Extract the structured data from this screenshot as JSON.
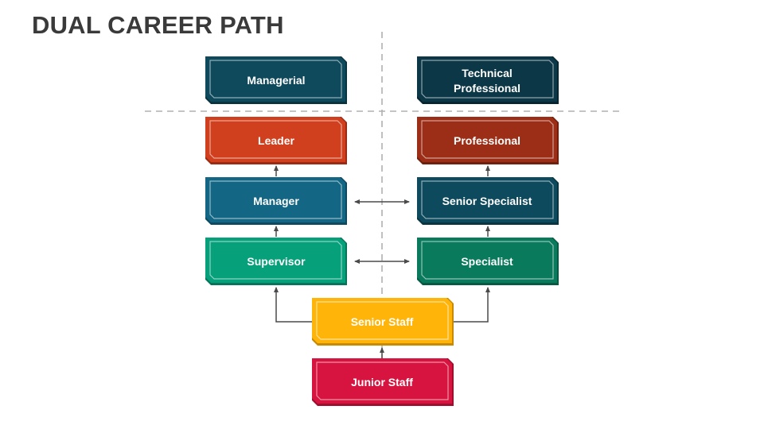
{
  "title": "DUAL CAREER PATH",
  "boxes": {
    "managerial": {
      "label": "Managerial",
      "fill": "#0f4a5c",
      "shade": "#0a3340"
    },
    "technical": {
      "label1": "Technical",
      "label2": "Professional",
      "fill": "#0b3747",
      "shade": "#072530"
    },
    "leader": {
      "label": "Leader",
      "fill": "#d0401e",
      "shade": "#9b2b12"
    },
    "professional": {
      "label": "Professional",
      "fill": "#9c2e17",
      "shade": "#70200f"
    },
    "manager": {
      "label": "Manager",
      "fill": "#146784",
      "shade": "#0d4a60"
    },
    "senior_specialist": {
      "label": "Senior Specialist",
      "fill": "#0e4a5d",
      "shade": "#093442"
    },
    "supervisor": {
      "label": "Supervisor",
      "fill": "#06a07a",
      "shade": "#047558"
    },
    "specialist": {
      "label": "Specialist",
      "fill": "#097a5c",
      "shade": "#055a43"
    },
    "senior_staff": {
      "label": "Senior Staff",
      "fill": "#ffb40a",
      "shade": "#c98a00"
    },
    "junior_staff": {
      "label": "Junior Staff",
      "fill": "#d7143f",
      "shade": "#a00d2d"
    }
  },
  "colors": {
    "connector": "#4a4a4a",
    "divider": "#b0b0b0",
    "title": "#3a3a3a"
  }
}
